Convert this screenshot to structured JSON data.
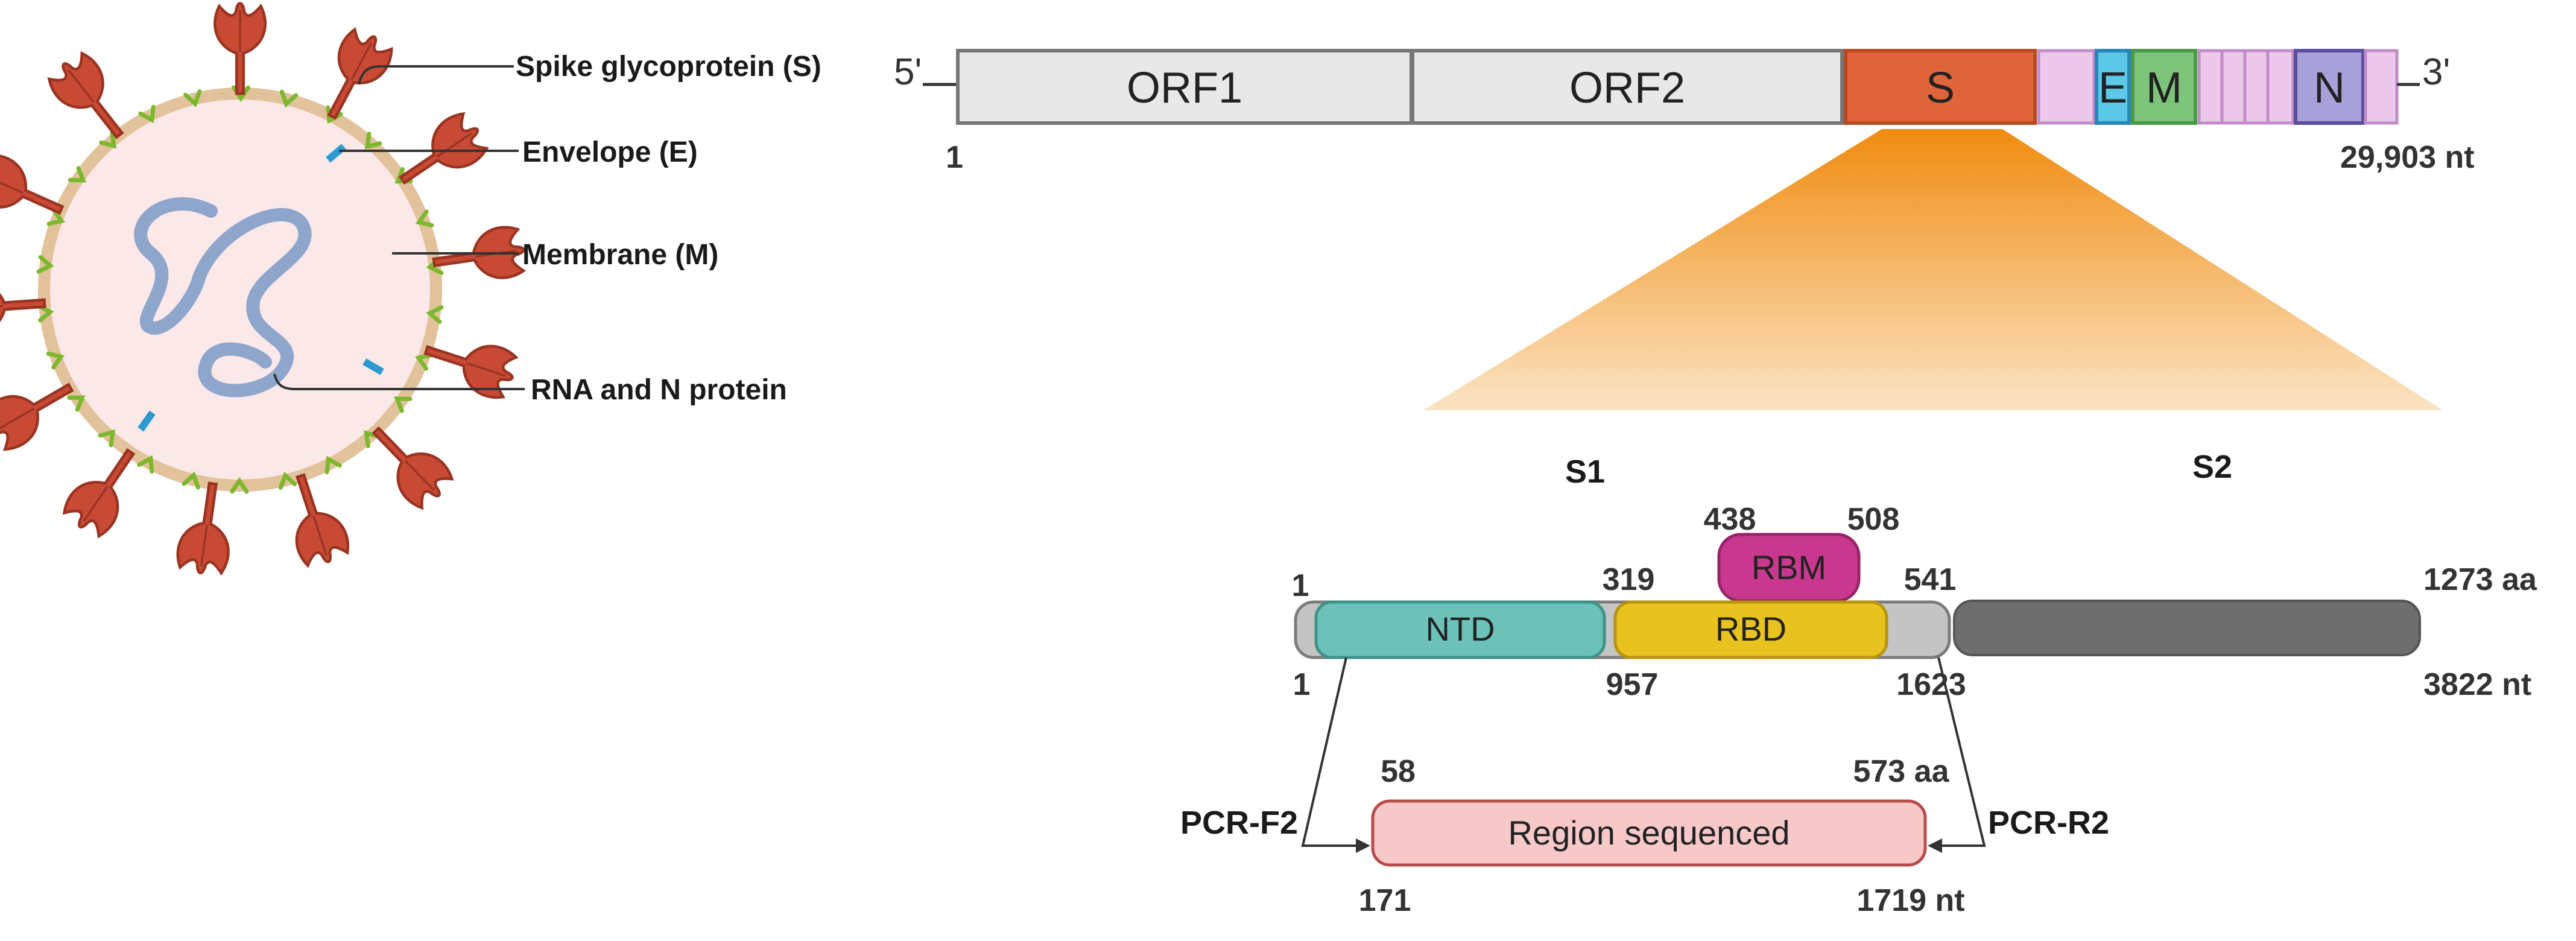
{
  "virion": {
    "labels": {
      "spike": "Spike glycoprotein (S)",
      "envelope": "Envelope (E)",
      "membrane": "Membrane (M)",
      "rna": "RNA and  N protein"
    }
  },
  "genome": {
    "five_prime": "5'",
    "three_prime": "3'",
    "start": "1",
    "end": "29,903 nt",
    "segments": {
      "orf1": "ORF1",
      "orf2": "ORF2",
      "s": "S",
      "e": "E",
      "m": "M",
      "n": "N"
    }
  },
  "spike": {
    "s1": "S1",
    "s2": "S2",
    "rbm": {
      "label": "RBM",
      "start": "438",
      "end": "508"
    },
    "ntd": {
      "label": "NTD"
    },
    "rbd": {
      "label": "RBD"
    },
    "aa_start": "1",
    "aa_319": "319",
    "aa_541": "541",
    "aa_end": "1273 aa",
    "nt_start": "1",
    "nt_957": "957",
    "nt_1623": "1623",
    "nt_end": "3822 nt"
  },
  "sequenced": {
    "label": "Region sequenced",
    "aa_start": "58",
    "aa_end": "573 aa",
    "nt_start": "171",
    "nt_end": "1719 nt",
    "primer_f": "PCR-F2",
    "primer_r": "PCR-R2"
  },
  "colors": {
    "orf_fill": "#e8e8e8",
    "s_fill": "#e0643a",
    "accessory": "#ecc8ec",
    "e_fill": "#5cc8e8",
    "m_fill": "#7cc47a",
    "n_fill": "#a8a0d8",
    "ntd": "#6cc2b8",
    "rbd": "#e8c21e",
    "rbm": "#c8388e",
    "s2": "#6e6e6e",
    "sequenced": "#f6c8c8",
    "spike_protein": "#c84a34",
    "envelope_ring": "#e8c8a0"
  }
}
